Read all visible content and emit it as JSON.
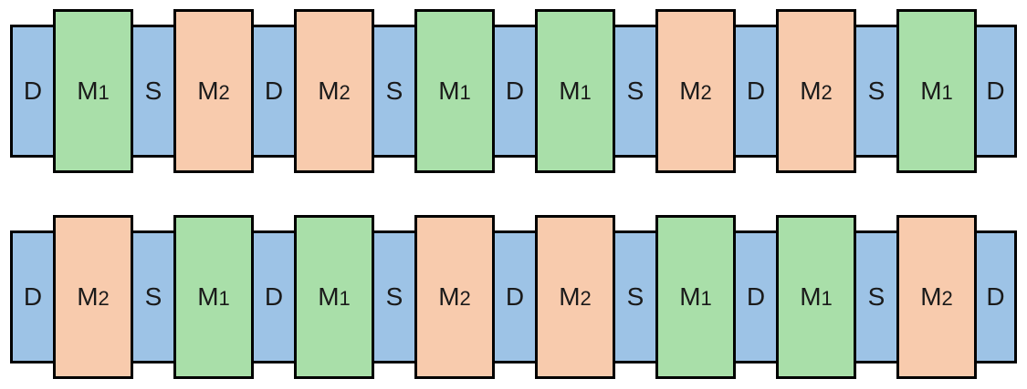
{
  "colors": {
    "D": "#9dc3e6",
    "S": "#9dc3e6",
    "M1": "#a9dfa9",
    "M2": "#f8cbad"
  },
  "rows": [
    {
      "cells": [
        {
          "kind": "D",
          "main": "D",
          "sub": ""
        },
        {
          "kind": "M1",
          "main": "M",
          "sub": "1"
        },
        {
          "kind": "S",
          "main": "S",
          "sub": ""
        },
        {
          "kind": "M2",
          "main": "M",
          "sub": "2"
        },
        {
          "kind": "D",
          "main": "D",
          "sub": ""
        },
        {
          "kind": "M2",
          "main": "M",
          "sub": "2"
        },
        {
          "kind": "S",
          "main": "S",
          "sub": ""
        },
        {
          "kind": "M1",
          "main": "M",
          "sub": "1"
        },
        {
          "kind": "D",
          "main": "D",
          "sub": ""
        },
        {
          "kind": "M1",
          "main": "M",
          "sub": "1"
        },
        {
          "kind": "S",
          "main": "S",
          "sub": ""
        },
        {
          "kind": "M2",
          "main": "M",
          "sub": "2"
        },
        {
          "kind": "D",
          "main": "D",
          "sub": ""
        },
        {
          "kind": "M2",
          "main": "M",
          "sub": "2"
        },
        {
          "kind": "S",
          "main": "S",
          "sub": ""
        },
        {
          "kind": "M1",
          "main": "M",
          "sub": "1"
        },
        {
          "kind": "D",
          "main": "D",
          "sub": ""
        }
      ]
    },
    {
      "cells": [
        {
          "kind": "D",
          "main": "D",
          "sub": ""
        },
        {
          "kind": "M2",
          "main": "M",
          "sub": "2"
        },
        {
          "kind": "S",
          "main": "S",
          "sub": ""
        },
        {
          "kind": "M1",
          "main": "M",
          "sub": "1"
        },
        {
          "kind": "D",
          "main": "D",
          "sub": ""
        },
        {
          "kind": "M1",
          "main": "M",
          "sub": "1"
        },
        {
          "kind": "S",
          "main": "S",
          "sub": ""
        },
        {
          "kind": "M2",
          "main": "M",
          "sub": "2"
        },
        {
          "kind": "D",
          "main": "D",
          "sub": ""
        },
        {
          "kind": "M2",
          "main": "M",
          "sub": "2"
        },
        {
          "kind": "S",
          "main": "S",
          "sub": ""
        },
        {
          "kind": "M1",
          "main": "M",
          "sub": "1"
        },
        {
          "kind": "D",
          "main": "D",
          "sub": ""
        },
        {
          "kind": "M1",
          "main": "M",
          "sub": "1"
        },
        {
          "kind": "S",
          "main": "S",
          "sub": ""
        },
        {
          "kind": "M2",
          "main": "M",
          "sub": "2"
        },
        {
          "kind": "D",
          "main": "D",
          "sub": ""
        }
      ]
    }
  ]
}
